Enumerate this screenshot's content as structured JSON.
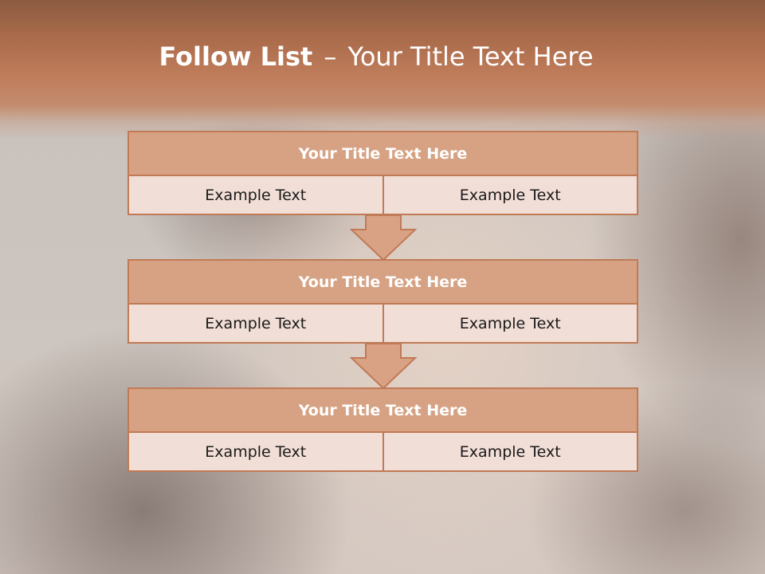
{
  "slide": {
    "title_bold": "Follow List",
    "title_separator": "–",
    "title_rest": "Your Title Text Here"
  },
  "blocks": [
    {
      "title": "Your Title Text Here",
      "left": "Example Text",
      "right": "Example Text"
    },
    {
      "title": "Your Title Text Here",
      "left": "Example Text",
      "right": "Example Text"
    },
    {
      "title": "Your Title Text Here",
      "left": "Example Text",
      "right": "Example Text"
    }
  ],
  "colors": {
    "accent": "#c07a56",
    "title_fill": "#d6a283",
    "cell_fill": "#f1ded6",
    "arrow_fill": "#d9a284"
  },
  "icons": {
    "connector": "down-arrow-icon"
  }
}
